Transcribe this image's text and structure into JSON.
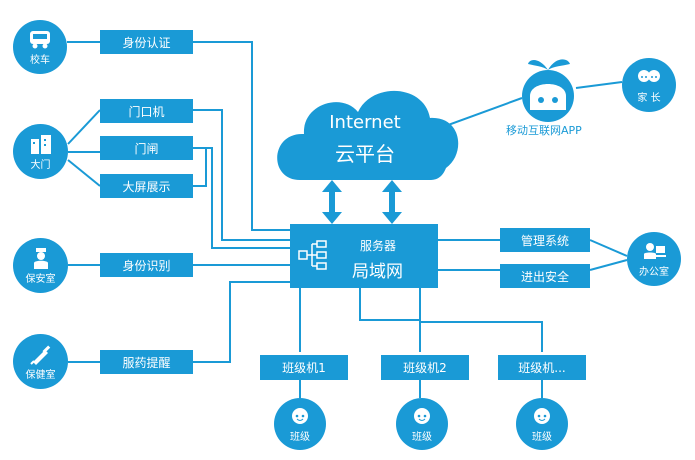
{
  "nodes": {
    "bus": "校车",
    "gate": "大门",
    "security": "保安室",
    "clinic": "保健室",
    "parent": "家 长",
    "office": "办公室",
    "class1": "班级",
    "class2": "班级",
    "class3": "班级"
  },
  "boxes": {
    "id_auth": "身份认证",
    "gate_machine": "门口机",
    "gate_barrier": "门闸",
    "big_screen": "大屏展示",
    "id_recog": "身份识别",
    "medicine": "服药提醒",
    "mgmt_system": "管理系统",
    "in_out_safety": "进出安全",
    "class_machine1": "班级机1",
    "class_machine2": "班级机2",
    "class_machine3": "班级机..."
  },
  "server": {
    "line1": "服务器",
    "line2": "局域网"
  },
  "cloud": {
    "line1": "Internet",
    "line2": "云平台"
  },
  "app": {
    "label": "移动互联网APP"
  },
  "colors": {
    "primary": "#1a9ad6",
    "background": "#ffffff"
  }
}
